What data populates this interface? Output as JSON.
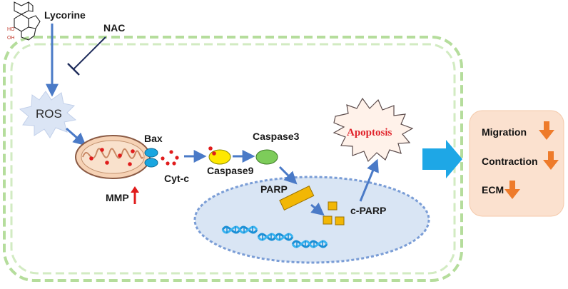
{
  "labels": {
    "lycorine": "Lycorine",
    "nac": "NAC",
    "ros": "ROS",
    "bax": "Bax",
    "cytc": "Cyt-c",
    "mmp": "MMP",
    "caspase3": "Caspase3",
    "caspase9": "Caspase9",
    "parp": "PARP",
    "cparp": "c-PARP",
    "apoptosis": "Apoptosis"
  },
  "molecule_labels": {
    "oh_top": "HO",
    "oh_bottom": "OH"
  },
  "outcomes": [
    {
      "label": "Migration",
      "direction": "down"
    },
    {
      "label": "Contraction",
      "direction": "down"
    },
    {
      "label": "ECM",
      "direction": "down"
    }
  ],
  "colors": {
    "cell_border": "#a9d88e",
    "arrow": "#4a7ac7",
    "ros_fill": "#dbe5f5",
    "mito_outer": "#f6d2b5",
    "mito_inner": "#f9e1cc",
    "red_dot": "#e01c1c",
    "bax": "#19a6e0",
    "caspase9": "#ffe800",
    "caspase3": "#7dcc5a",
    "nucleus": "#d9e5f4",
    "nucleus_border": "#7a9dd6",
    "parp": "#f2b705",
    "apoptosis_fill": "#fff2ea",
    "big_arrow": "#1ea7e6",
    "outcome_box": "#fbe1cf",
    "down_arrow": "#ee7b2b",
    "dna": "#1a8fd6"
  }
}
